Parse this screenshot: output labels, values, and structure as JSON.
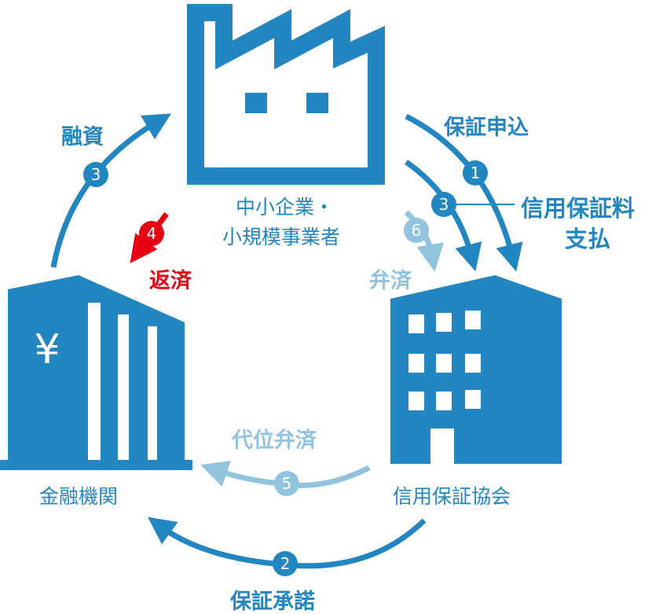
{
  "nodes": {
    "sme": [
      "中小企業・",
      "小規模事業者"
    ],
    "bank": "金融機関",
    "bank_symbol": "¥",
    "guarantee_assoc": "信用保証協会"
  },
  "steps": {
    "apply": {
      "num": "1",
      "label": "保証申込"
    },
    "approve": {
      "num": "2",
      "label": "保証承諾"
    },
    "loan": {
      "num": "3",
      "label": "融資"
    },
    "fee": {
      "num": "3",
      "label": [
        "信用保証料",
        "支払"
      ]
    },
    "repay": {
      "num": "4",
      "label": "返済"
    },
    "subrogation": {
      "num": "5",
      "label": "代位弁済"
    },
    "reimburse": {
      "num": "6",
      "label": "弁済"
    }
  },
  "colors": {
    "primary": "#2286c0",
    "light": "#92c3de",
    "red": "#e60012"
  }
}
